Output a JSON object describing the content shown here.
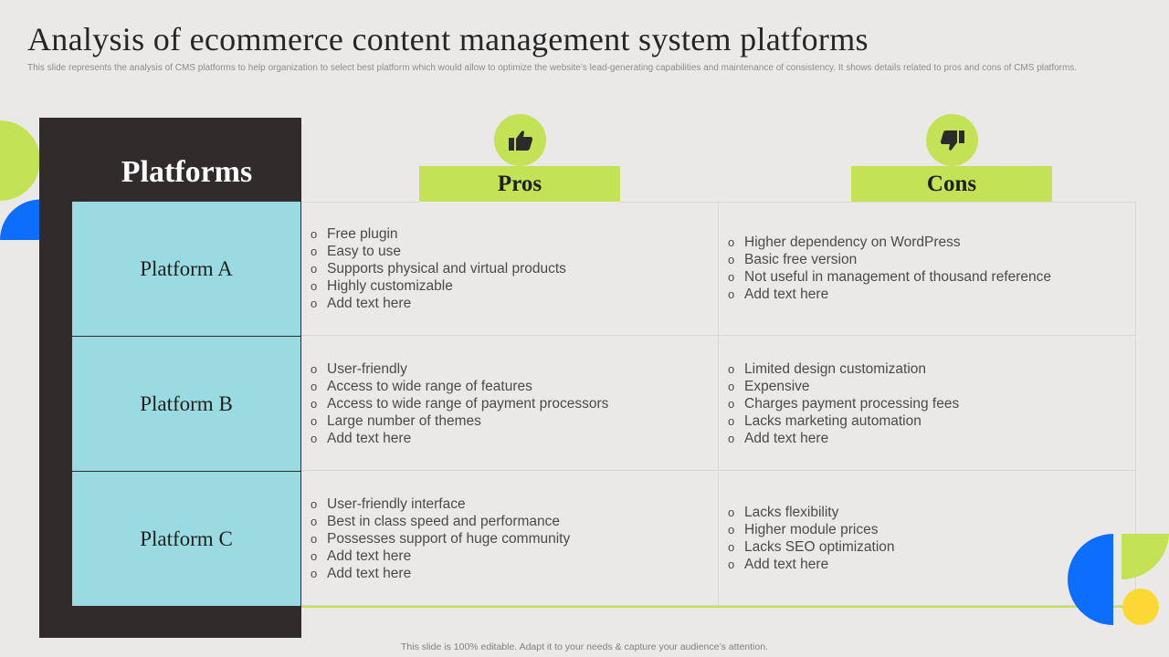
{
  "header": {
    "title": "Analysis  of ecommerce  content  management  system  platforms",
    "subtitle": "This slide represents the analysis of CMS platforms to help organization to select best platform which would allow to optimize the website’s lead-generating capabilities and maintenance of consistency. It shows details related to pros and cons of CMS platforms."
  },
  "table": {
    "platforms_header": "Platforms",
    "pros_header": "Pros",
    "cons_header": "Cons",
    "pros_icon": "thumbs-up-icon",
    "cons_icon": "thumbs-down-icon",
    "rows": [
      {
        "platform": "Platform  A",
        "pros": [
          "Free plugin",
          "Easy to use",
          "Supports physical and virtual products",
          "Highly  customizable",
          "Add text here"
        ],
        "cons": [
          "Higher dependency on WordPress",
          "Basic free version",
          "Not useful  in management  of thousand  reference",
          "Add text here"
        ]
      },
      {
        "platform": "Platform B",
        "pros": [
          "User-friendly",
          "Access to wide range of features",
          "Access to wide range of payment processors",
          "Large number  of themes",
          "Add text here"
        ],
        "cons": [
          "Limited design customization",
          "Expensive",
          "Charges payment processing fees",
          "Lacks marketing automation",
          "Add text here"
        ]
      },
      {
        "platform": "Platform C",
        "pros": [
          "User-friendly  interface",
          "Best in class speed and performance",
          "Possesses support of huge community",
          "Add text here",
          "Add text here"
        ],
        "cons": [
          "Lacks flexibility",
          "Higher module prices",
          "Lacks SEO optimization",
          "Add text here"
        ]
      }
    ]
  },
  "footer": "This slide is 100% editable. Adapt it to your needs & capture your audience’s attention.",
  "colors": {
    "accent_green": "#c3e255",
    "accent_cyan": "#9adbe1",
    "dark_panel": "#322b2b",
    "accent_blue": "#0d6efd",
    "accent_yellow": "#fdd835"
  }
}
